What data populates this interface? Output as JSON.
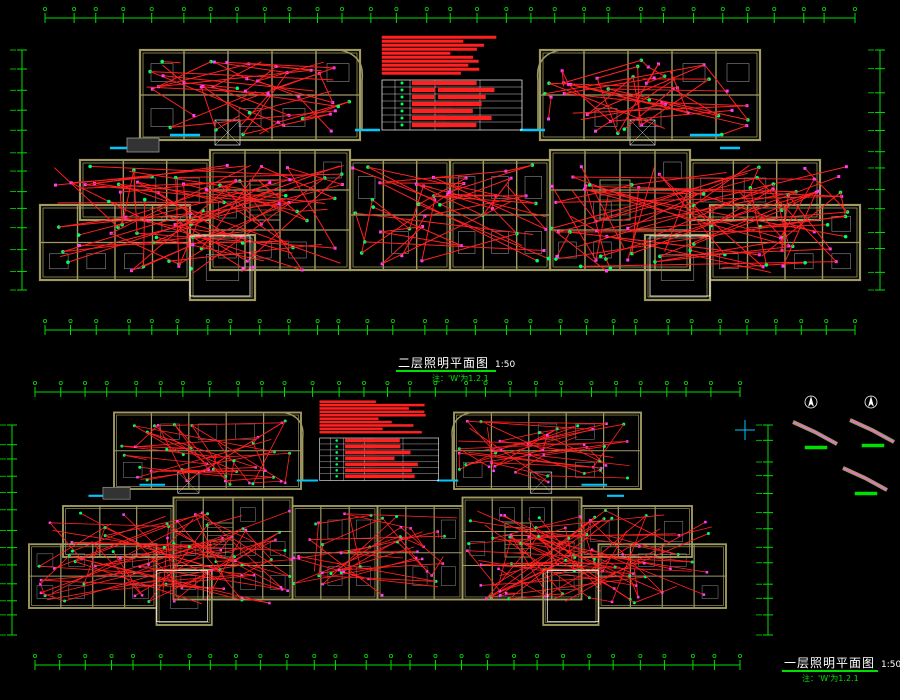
{
  "colors": {
    "background": "#000000",
    "dimension": "#00e000",
    "wall": "#a09a60",
    "wiring": "#ff2020",
    "fixture": "#00ff66",
    "accent": "#00c8ff",
    "node": "#ff40ff",
    "text": "#ffffff"
  },
  "plans": [
    {
      "title": "二层照明平面图",
      "scale": "1:50",
      "subtitle": "注：'W'为1.2.1"
    },
    {
      "title": "一层照明平面图",
      "scale": "1:50",
      "subtitle": "注：'W'为1.2.1"
    }
  ],
  "icons": [
    "north-arrow-icon",
    "north-arrow-icon"
  ]
}
